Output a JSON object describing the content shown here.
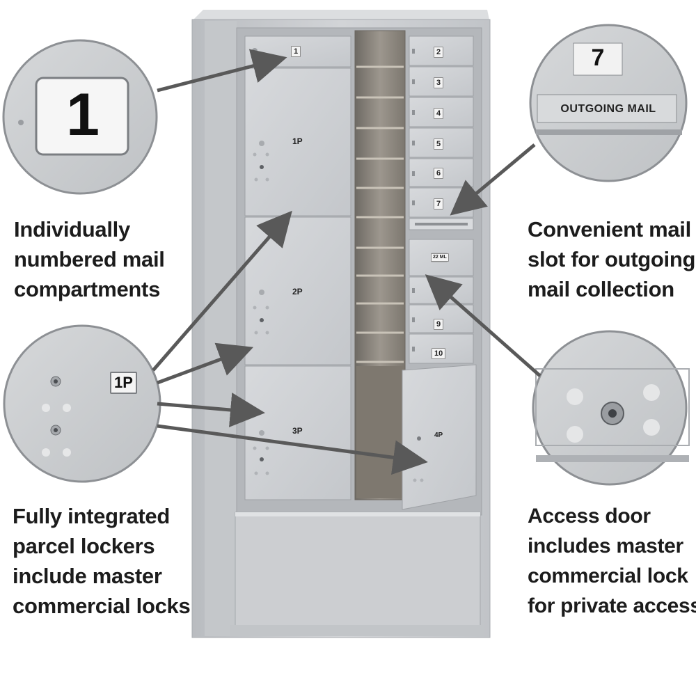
{
  "callouts": {
    "numbered": {
      "lines": [
        "Individually",
        "numbered mail",
        "compartments"
      ],
      "badge": "1"
    },
    "outgoing": {
      "lines": [
        "Convenient mail",
        "slot for outgoing",
        "mail collection"
      ],
      "badge": "7",
      "plate": "OUTGOING MAIL"
    },
    "parcel": {
      "lines": [
        "Fully integrated",
        "parcel lockers",
        "include master",
        "commercial locks"
      ],
      "badge": "1P"
    },
    "access": {
      "lines": [
        "Access door",
        "includes master",
        "commercial lock",
        "for private access"
      ]
    }
  },
  "cabinet": {
    "top_compartment": "1",
    "parcel_lockers": [
      "1P",
      "2P",
      "3P"
    ],
    "mail_doors": [
      "2",
      "3",
      "4",
      "5",
      "6",
      "7"
    ],
    "lower_doors": [
      "9",
      "10"
    ],
    "large_locker": "4P",
    "master_plate": "22 ML"
  },
  "colors": {
    "cabinet": "#c9ccd0",
    "door": "#cdd0d4",
    "arrow": "#595959",
    "circle": "#cbcdd0"
  }
}
